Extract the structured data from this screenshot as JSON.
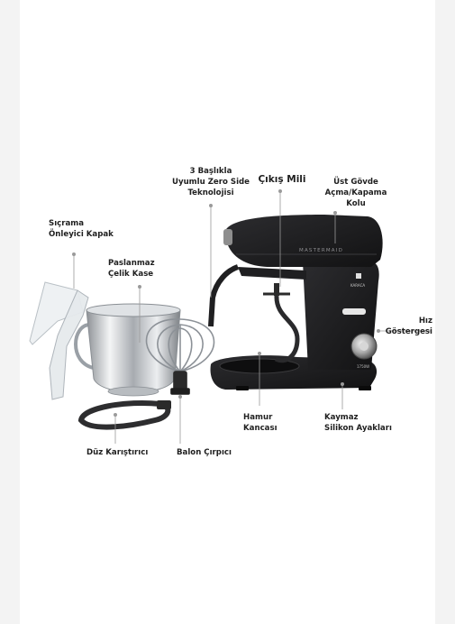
{
  "labels": {
    "zero_side": "3 Başlıkla\nUyumlu Zero Side\nTeknolojisi",
    "output_shaft": "Çıkış Mili",
    "upper_body": "Üst Gövde\nAçma/Kapama\nKolu",
    "splash_cover": "Sıçrama\nÖnleyici Kapak",
    "steel_bowl": "Paslanmaz\nÇelik Kase",
    "speed_indicator": "Hız\nGöstergesi",
    "dough_hook": "Hamur\nKancası",
    "nonslip_feet": "Kaymaz\nSilikon Ayakları",
    "flat_beater": "Düz Karıştırıcı",
    "balloon_whisk": "Balon Çırpıcı"
  },
  "product": {
    "brand_text": "MASTERMAID",
    "logo_text": "KARACA",
    "power_text": "1750W"
  },
  "colors": {
    "background": "#f3f3f3",
    "panel": "#ffffff",
    "mixer_body": "#1c1c1e",
    "steel": "#c9ccd0",
    "leader_line": "#9a9a9a",
    "text": "#1f1f1f"
  }
}
